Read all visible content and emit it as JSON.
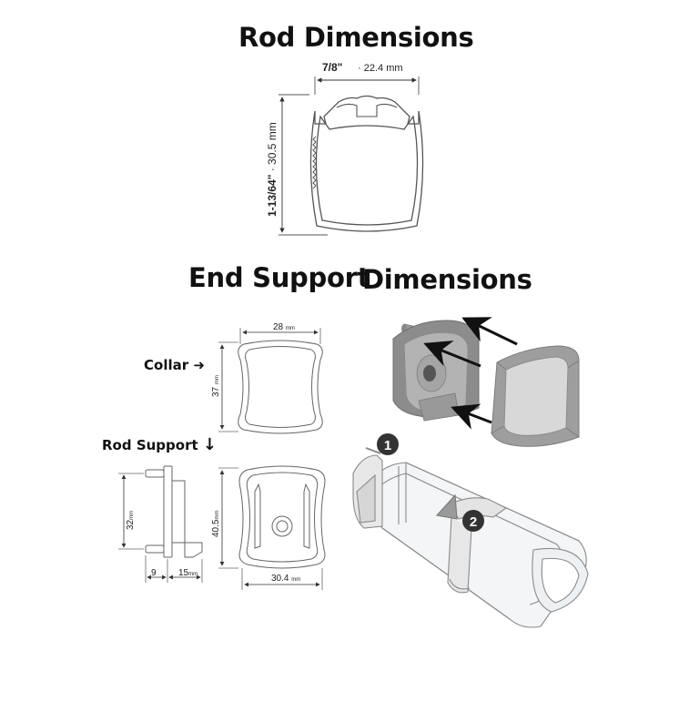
{
  "titles": {
    "rod": "Rod Dimensions",
    "end_support_1": "End Support",
    "end_support_2": "Dimensions"
  },
  "labels": {
    "collar": "Collar",
    "rod_support": "Rod Support"
  },
  "rod_dims": {
    "width_frac": "7/8\"",
    "width_mm": "22.4 mm",
    "height_frac": "1-13/64\"",
    "height_mm": "30.5 mm"
  },
  "collar_dims": {
    "width": "28",
    "height": "37",
    "unit": "mm"
  },
  "support_dims": {
    "side_height": "32",
    "front_height": "40.5",
    "front_width": "30.4",
    "dim_a": "9",
    "dim_b": "15",
    "unit": "mm"
  },
  "steps": [
    "1",
    "2"
  ]
}
